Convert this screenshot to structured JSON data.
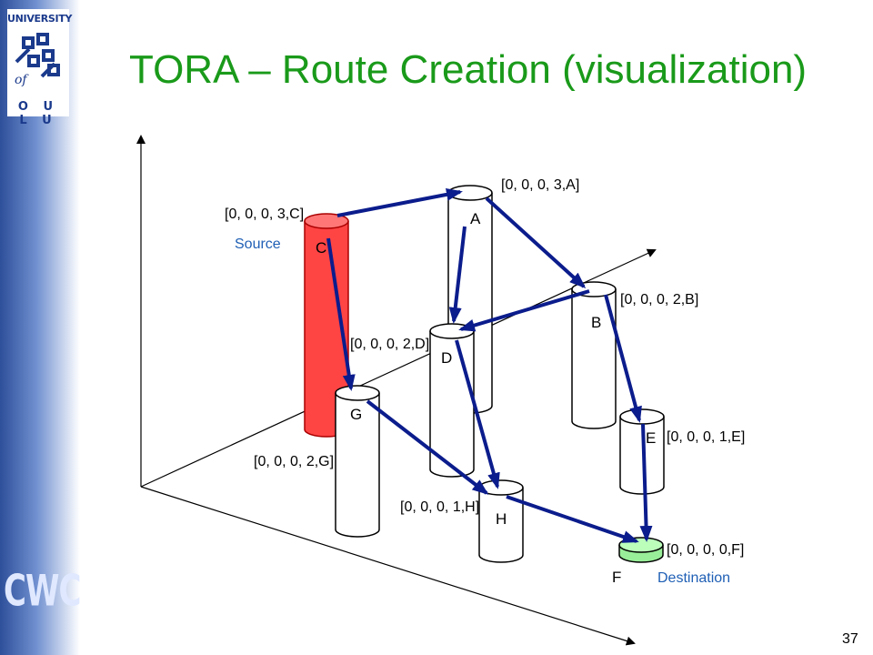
{
  "branding": {
    "university_text": "UNIVERSITY",
    "of_text": "of",
    "oulu_text": "O U L U",
    "cwc_text": "CWC",
    "sidebar_color": "#4a6fb8"
  },
  "slide": {
    "title": "TORA – Route Creation (visualization)",
    "page_number": "37",
    "title_color": "#1a9a1a"
  },
  "diagram": {
    "nodes": {
      "A": {
        "letter": "A",
        "height_tuple": "[0, 0, 0, 3,A]"
      },
      "B": {
        "letter": "B",
        "height_tuple": "[0, 0, 0, 2,B]"
      },
      "C": {
        "letter": "C",
        "height_tuple": "[0, 0, 0, 3,C]",
        "role": "Source",
        "color": "#ff4444"
      },
      "D": {
        "letter": "D",
        "height_tuple": "[0, 0, 0, 2,D]"
      },
      "E": {
        "letter": "E",
        "height_tuple": "[0, 0, 0, 1,E]"
      },
      "F": {
        "letter": "F",
        "height_tuple": "[0, 0, 0, 0,F]",
        "role": "Destination",
        "color": "#99ee99"
      },
      "G": {
        "letter": "G",
        "height_tuple": "[0, 0, 0, 2,G]"
      },
      "H": {
        "letter": "H",
        "height_tuple": "[0, 0, 0, 1,H]"
      }
    },
    "links": [
      {
        "from": "C",
        "to": "A"
      },
      {
        "from": "C",
        "to": "G"
      },
      {
        "from": "A",
        "to": "D"
      },
      {
        "from": "A",
        "to": "B"
      },
      {
        "from": "B",
        "to": "D"
      },
      {
        "from": "B",
        "to": "E"
      },
      {
        "from": "D",
        "to": "H"
      },
      {
        "from": "G",
        "to": "H"
      },
      {
        "from": "H",
        "to": "F"
      },
      {
        "from": "E",
        "to": "F"
      }
    ],
    "arrow_color": "#0b1c8c"
  }
}
